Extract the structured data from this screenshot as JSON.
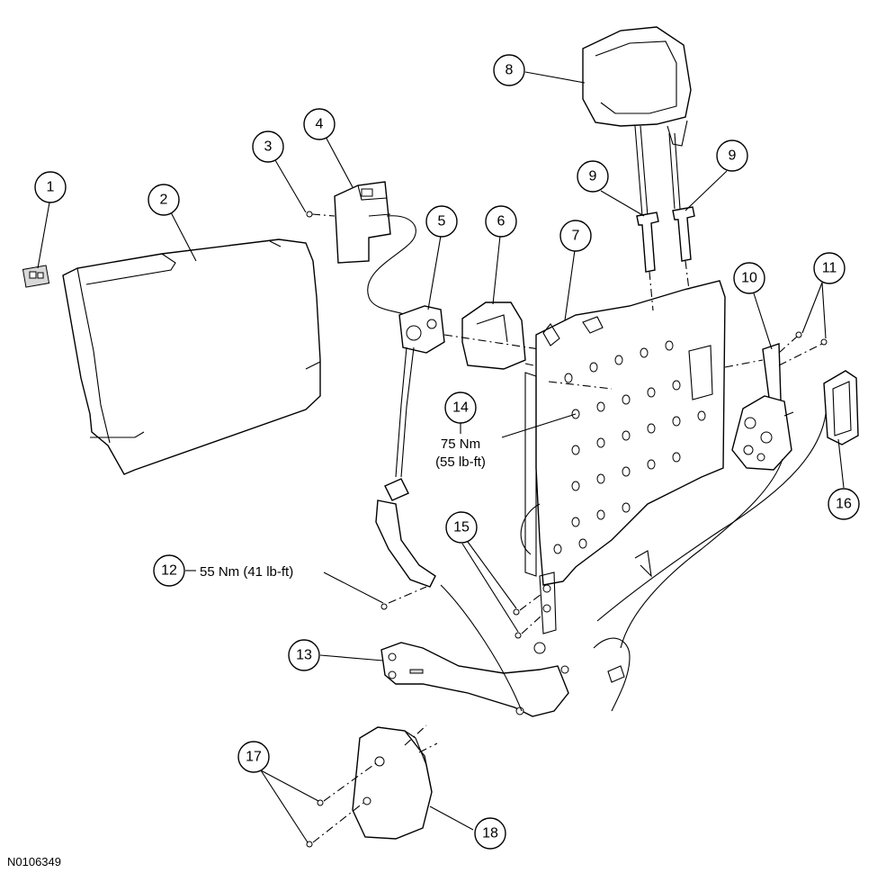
{
  "callouts": [
    {
      "label": "1"
    },
    {
      "label": "2"
    },
    {
      "label": "3"
    },
    {
      "label": "4"
    },
    {
      "label": "5"
    },
    {
      "label": "6"
    },
    {
      "label": "7"
    },
    {
      "label": "8"
    },
    {
      "label": "9"
    },
    {
      "label": "9"
    },
    {
      "label": "10"
    },
    {
      "label": "11"
    },
    {
      "label": "12"
    },
    {
      "label": "13"
    },
    {
      "label": "14"
    },
    {
      "label": "15"
    },
    {
      "label": "16"
    },
    {
      "label": "17"
    },
    {
      "label": "18"
    }
  ],
  "torque": {
    "item12": "55 Nm (41 lb-ft)",
    "item14_nm": "75 Nm",
    "item14_lbft": "(55 lb-ft)"
  },
  "figure_id": "N0106349"
}
